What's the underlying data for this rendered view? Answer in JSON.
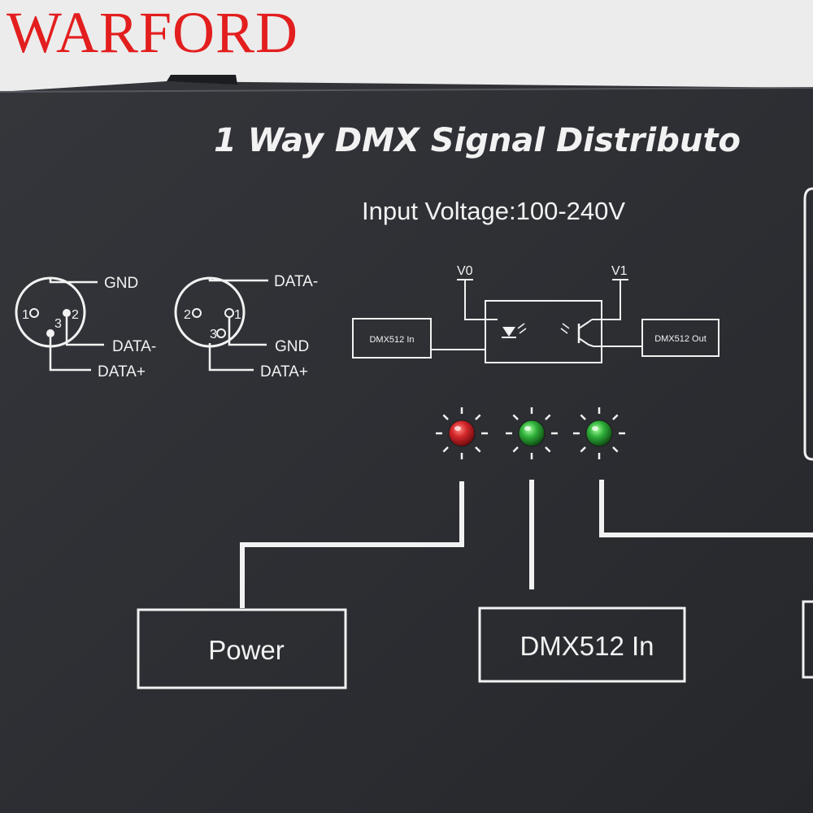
{
  "watermark": "WARFORD",
  "panel": {
    "title": "1 Way DMX Signal Distributo",
    "input_voltage": "Input Voltage:100-240V"
  },
  "connector_in": {
    "pin1": "1",
    "pin2": "2",
    "pin3": "3",
    "label_gnd": "GND",
    "label_data_minus": "DATA-",
    "label_data_plus": "DATA+"
  },
  "connector_out": {
    "pin1": "1",
    "pin2": "2",
    "pin3": "3",
    "label_data_minus": "DATA-",
    "label_gnd": "GND",
    "label_data_plus": "DATA+"
  },
  "schematic": {
    "v0": "V0",
    "v1": "V1",
    "dmx_in_box": "DMX512 In",
    "dmx_out_box": "DMX512 Out"
  },
  "leds": [
    {
      "name": "power",
      "color": "#d3262a"
    },
    {
      "name": "dmx-in",
      "color": "#2fb03a"
    },
    {
      "name": "dmx-out",
      "color": "#2fb03a"
    }
  ],
  "labels": {
    "power": "Power",
    "dmx_in": "DMX512 In"
  },
  "colors": {
    "panel": "#2b2d31",
    "print": "#f2f2f2",
    "watermark": "#e31e1e"
  }
}
